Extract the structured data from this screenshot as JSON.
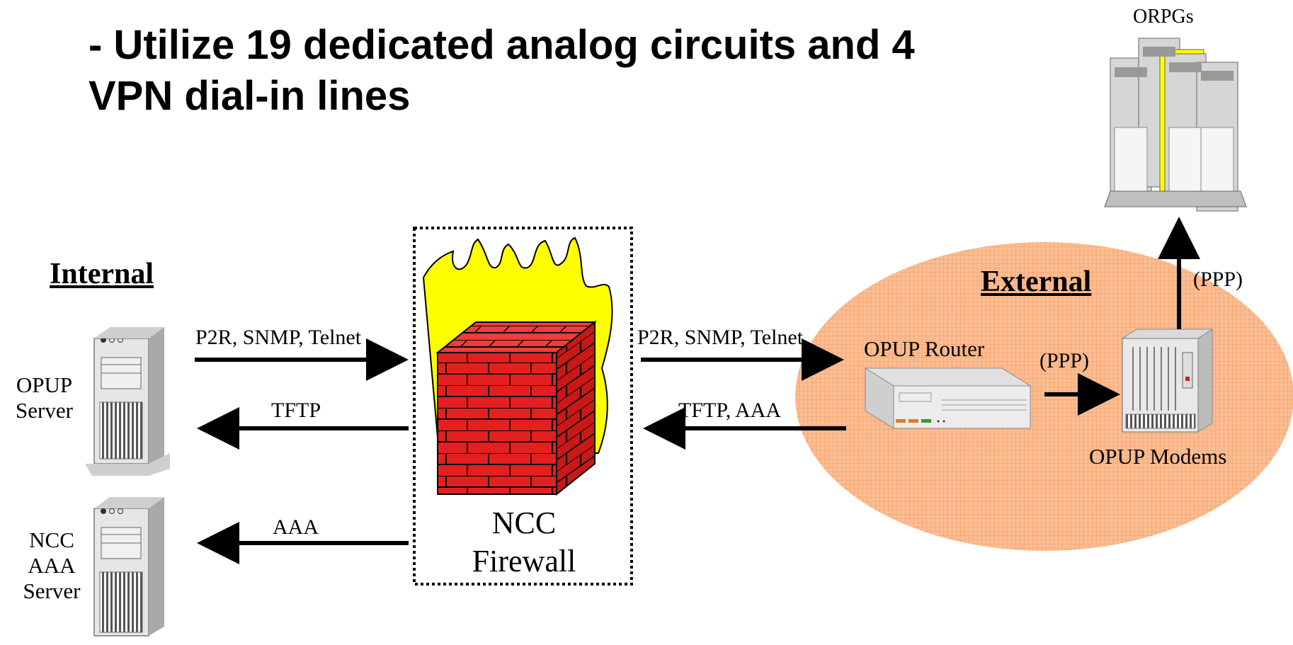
{
  "title": {
    "line1": "- Utilize 19 dedicated analog circuits and 4",
    "line2": "VPN dial-in lines"
  },
  "sections": {
    "internal": "Internal",
    "external": "External"
  },
  "devices": {
    "opup_server": {
      "line1": "OPUP",
      "line2": "Server"
    },
    "ncc_aaa_server": {
      "line1": "NCC",
      "line2": "AAA",
      "line3": "Server"
    },
    "ncc_firewall": {
      "line1": "NCC",
      "line2": "Firewall"
    },
    "opup_router": "OPUP Router",
    "opup_modems": "OPUP Modems",
    "orpgs": "ORPGs"
  },
  "connections": {
    "server_to_firewall": "P2R, SNMP, Telnet",
    "firewall_to_server": "TFTP",
    "firewall_to_aaa": "AAA",
    "firewall_to_router": "P2R, SNMP, Telnet",
    "router_to_firewall": "TFTP, AAA",
    "router_to_modems": "(PPP)",
    "modems_to_orpgs": "(PPP)"
  },
  "colors": {
    "external_zone": "#fbb98a",
    "brick": "#e3201f",
    "flame": "#ffff00",
    "server_body": "#e2e2e2",
    "highlight": "#ffff00"
  },
  "icons": {
    "server": "tower-server-icon",
    "firewall": "brick-wall-firewall-icon",
    "router": "router-icon",
    "modems": "modem-rack-icon",
    "orpgs": "server-rack-icon"
  }
}
